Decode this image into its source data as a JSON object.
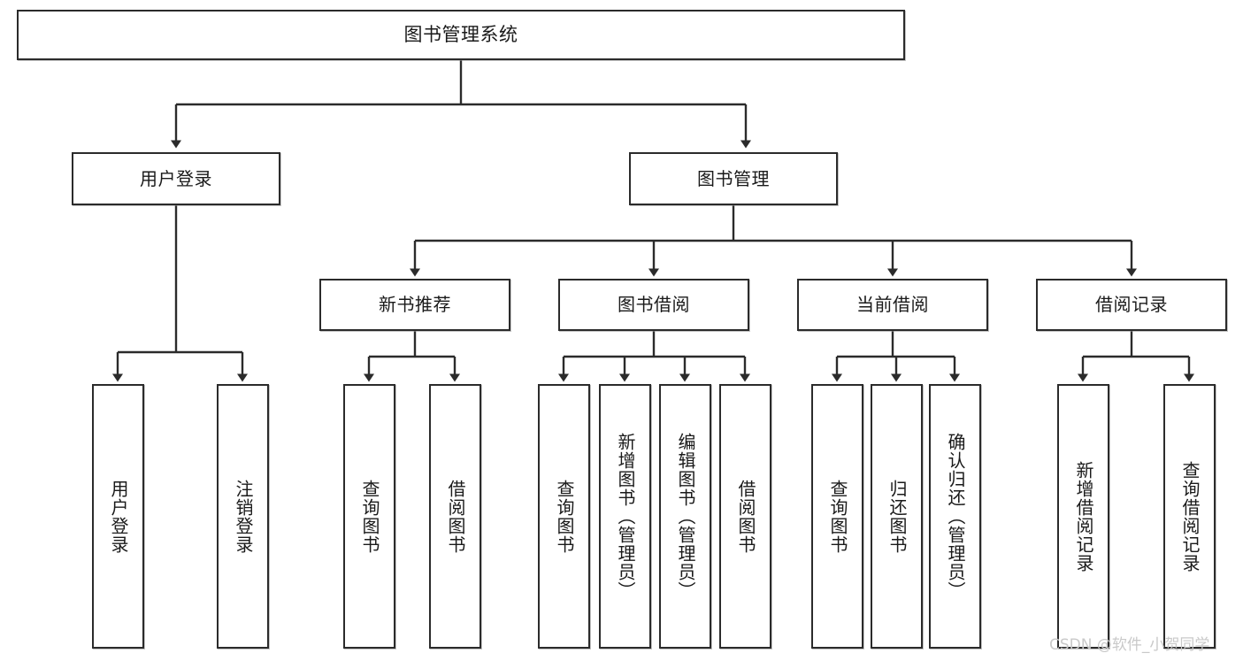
{
  "diagram": {
    "title": "图书管理系统",
    "type": "tree-hierarchy-diagram",
    "watermark": "CSDN @软件_小贺同学",
    "colors": {
      "box_border": "#2b2b2b",
      "box_fill": "#ffffff",
      "connector": "#2b2b2b",
      "text": "#1a1a1a",
      "watermark": "#c9c9c9",
      "background": "#ffffff"
    }
  },
  "nodes": {
    "root": {
      "label": "图书管理系统"
    },
    "level2": [
      {
        "id": "user-login",
        "label": "用户登录"
      },
      {
        "id": "book-management",
        "label": "图书管理"
      }
    ],
    "level3": [
      {
        "id": "new-book-recommend",
        "label": "新书推荐"
      },
      {
        "id": "book-borrow",
        "label": "图书借阅"
      },
      {
        "id": "current-borrow",
        "label": "当前借阅"
      },
      {
        "id": "borrow-record",
        "label": "借阅记录"
      }
    ],
    "leaves": {
      "user-login": [
        {
          "id": "leaf-user-login",
          "label": "用户登录"
        },
        {
          "id": "leaf-logout",
          "label": "注销登录"
        }
      ],
      "new-book-recommend": [
        {
          "id": "leaf-query-book-1",
          "label": "查询图书"
        },
        {
          "id": "leaf-borrow-book-1",
          "label": "借阅图书"
        }
      ],
      "book-borrow": [
        {
          "id": "leaf-query-book-2",
          "label": "查询图书"
        },
        {
          "id": "leaf-add-book",
          "label": "新增图书（管理员）"
        },
        {
          "id": "leaf-edit-book",
          "label": "编辑图书（管理员）"
        },
        {
          "id": "leaf-borrow-book-2",
          "label": "借阅图书"
        }
      ],
      "current-borrow": [
        {
          "id": "leaf-query-book-3",
          "label": "查询图书"
        },
        {
          "id": "leaf-return-book",
          "label": "归还图书"
        },
        {
          "id": "leaf-confirm-return",
          "label": "确认归还（管理员）"
        }
      ],
      "borrow-record": [
        {
          "id": "leaf-add-record",
          "label": "新增借阅记录"
        },
        {
          "id": "leaf-query-record",
          "label": "查询借阅记录"
        }
      ]
    }
  }
}
